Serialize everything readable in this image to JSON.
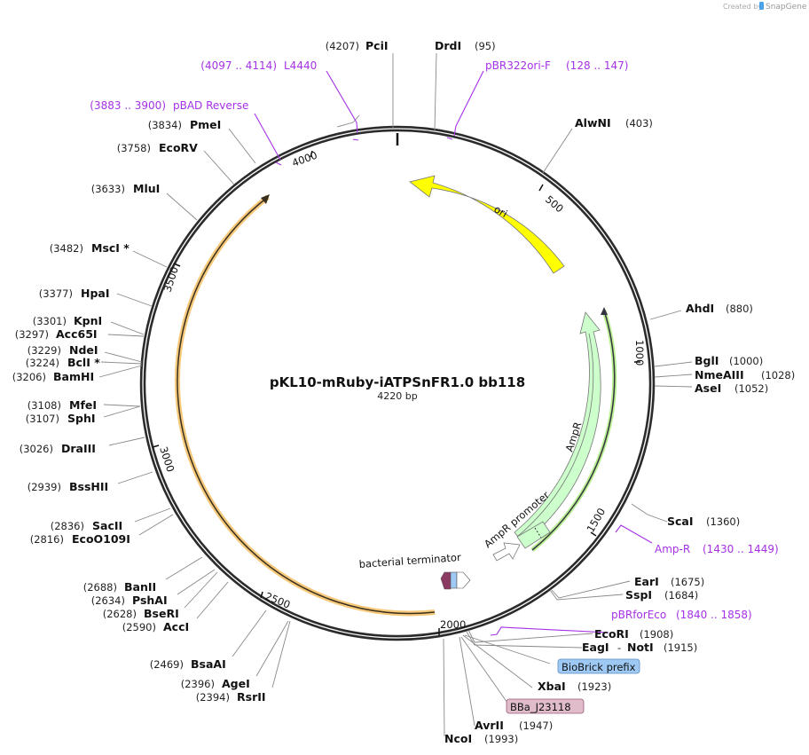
{
  "credit": {
    "text": "Created by",
    "brand": "SnapGene"
  },
  "plasmid": {
    "name": "pKL10-mRuby-iATPSnFR1.0 bb118",
    "length": "4220 bp",
    "bp": 4220
  },
  "ticks": [
    "500",
    "1000",
    "1500",
    "2000",
    "2500",
    "3000",
    "3500",
    "4000"
  ],
  "features": {
    "ori": "ori",
    "ampr": "AmpR",
    "ampr_promoter": "AmpR promoter",
    "terminator": "bacterial terminator"
  },
  "sites_right": [
    {
      "name": "DrdI",
      "pos": "(95)"
    },
    {
      "name": "AlwNI",
      "pos": "(403)"
    },
    {
      "name": "AhdI",
      "pos": "(880)"
    },
    {
      "name": "BglI",
      "pos": "(1000)"
    },
    {
      "name": "NmeAIII",
      "pos": "(1028)"
    },
    {
      "name": "AseI",
      "pos": "(1052)"
    },
    {
      "name": "ScaI",
      "pos": "(1360)"
    },
    {
      "name": "EarI",
      "pos": "(1675)"
    },
    {
      "name": "SspI",
      "pos": "(1684)"
    },
    {
      "name": "EcoRI",
      "pos": "(1908)"
    },
    {
      "name": "EagI",
      "sep": "-",
      "name2": "NotI",
      "pos": "(1915)"
    },
    {
      "name": "XbaI",
      "pos": "(1923)"
    },
    {
      "name": "AvrII",
      "pos": "(1947)"
    },
    {
      "name": "NcoI",
      "pos": "(1993)"
    }
  ],
  "sites_left": [
    {
      "name": "PciI",
      "pos": "(4207)"
    },
    {
      "name": "PmeI",
      "pos": "(3834)"
    },
    {
      "name": "EcoRV",
      "pos": "(3758)"
    },
    {
      "name": "MluI",
      "pos": "(3633)"
    },
    {
      "name": "MscI *",
      "pos": "(3482)"
    },
    {
      "name": "HpaI",
      "pos": "(3377)"
    },
    {
      "name": "KpnI",
      "pos": "(3301)"
    },
    {
      "name": "Acc65I",
      "pos": "(3297)"
    },
    {
      "name": "NdeI",
      "pos": "(3229)"
    },
    {
      "name": "BclI *",
      "pos": "(3224)"
    },
    {
      "name": "BamHI",
      "pos": "(3206)"
    },
    {
      "name": "MfeI",
      "pos": "(3108)"
    },
    {
      "name": "SphI",
      "pos": "(3107)"
    },
    {
      "name": "DraIII",
      "pos": "(3026)"
    },
    {
      "name": "BssHII",
      "pos": "(2939)"
    },
    {
      "name": "SacII",
      "pos": "(2836)"
    },
    {
      "name": "EcoO109I",
      "pos": "(2816)"
    },
    {
      "name": "BanII",
      "pos": "(2688)"
    },
    {
      "name": "PshAI",
      "pos": "(2634)"
    },
    {
      "name": "BseRI",
      "pos": "(2628)"
    },
    {
      "name": "AccI",
      "pos": "(2590)"
    },
    {
      "name": "BsaAI",
      "pos": "(2469)"
    },
    {
      "name": "AgeI",
      "pos": "(2396)"
    },
    {
      "name": "RsrII",
      "pos": "(2394)"
    }
  ],
  "primers": [
    {
      "name": "L4440",
      "range": "(4097 .. 4114)"
    },
    {
      "name": "pBR322ori-F",
      "range": "(128 .. 147)"
    },
    {
      "name": "pBAD Reverse",
      "range": "(3883 .. 3900)"
    },
    {
      "name": "Amp-R",
      "range": "(1430 .. 1449)"
    },
    {
      "name": "pBRforEco",
      "range": "(1840 .. 1858)"
    }
  ],
  "boxes": [
    {
      "label": "BioBrick prefix",
      "color": "#9ec9f5"
    },
    {
      "label": "BBa_J23118",
      "color": "#e0bccb"
    }
  ],
  "colors": {
    "primer": "#a531e6",
    "ori": "#ffff00",
    "ampr": "#ccffcc",
    "orf": "#f5c36b",
    "terminator": "#8b3a62"
  }
}
